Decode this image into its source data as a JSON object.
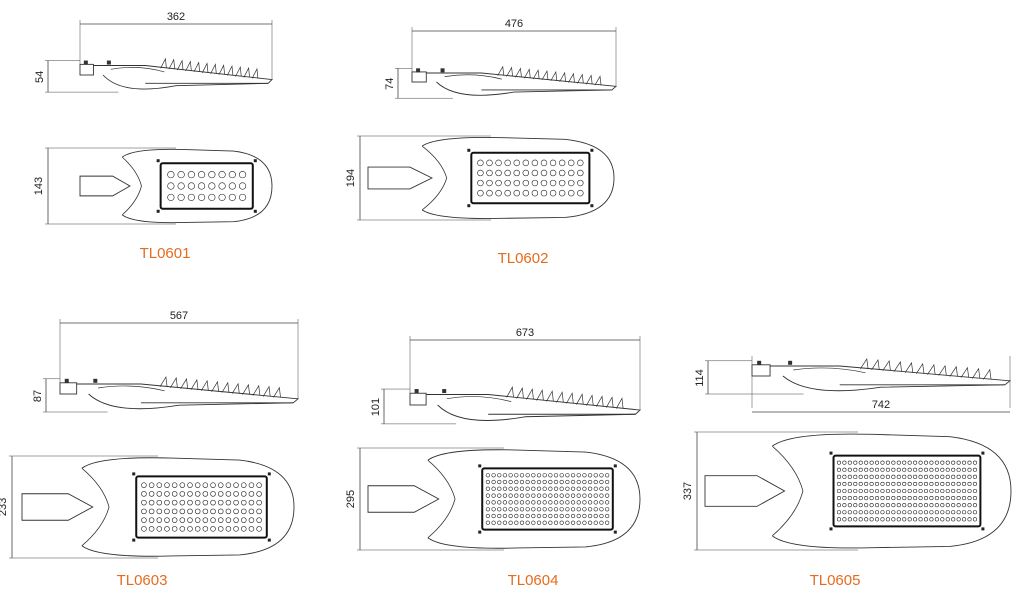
{
  "colors": {
    "label": "#e46c1f",
    "line": "#333333",
    "dimension": "#444444"
  },
  "lights": [
    {
      "model": "TL0601",
      "length": "362",
      "side_height": "54",
      "width": "143"
    },
    {
      "model": "TL0602",
      "length": "476",
      "side_height": "74",
      "width": "194"
    },
    {
      "model": "TL0603",
      "length": "567",
      "side_height": "87",
      "width": "233"
    },
    {
      "model": "TL0604",
      "length": "673",
      "side_height": "101",
      "width": "295"
    },
    {
      "model": "TL0605",
      "length": "742",
      "side_height": "114",
      "width": "337"
    }
  ]
}
